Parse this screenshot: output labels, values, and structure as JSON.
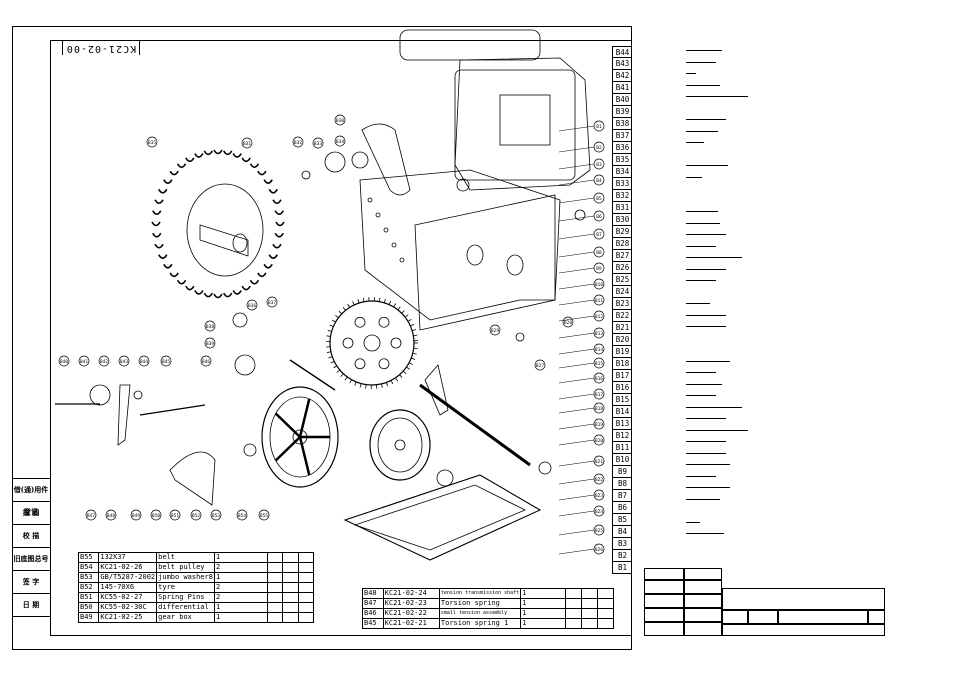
{
  "drawing_code": "KC21-02-00",
  "side_labels": [
    "借(通)用件登记",
    "描 图",
    "校 描",
    "旧底图总号",
    "签 字",
    "日 期"
  ],
  "column_ids": [
    "B44",
    "B43",
    "B42",
    "B41",
    "B40",
    "B39",
    "B38",
    "B37",
    "B36",
    "B35",
    "B34",
    "B33",
    "B32",
    "B31",
    "B30",
    "B29",
    "B28",
    "B27",
    "B26",
    "B25",
    "B24",
    "B23",
    "B22",
    "B21",
    "B20",
    "B19",
    "B18",
    "B17",
    "B16",
    "B15",
    "B14",
    "B13",
    "B12",
    "B11",
    "B10",
    "B9",
    "B8",
    "B7",
    "B6",
    "B5",
    "B4",
    "B3",
    "B2",
    "B1"
  ],
  "bom_left": [
    {
      "id": "B55",
      "code": "132X37",
      "name": "belt",
      "qty": "1"
    },
    {
      "id": "B54",
      "code": "KC21-02-26",
      "name": "belt pulley",
      "qty": "2"
    },
    {
      "id": "B53",
      "code": "GB/T5287-2002",
      "name": "jumbo washer8",
      "qty": "1"
    },
    {
      "id": "B52",
      "code": "145-70X6",
      "name": "tyre",
      "qty": "2"
    },
    {
      "id": "B51",
      "code": "KC55-02-27",
      "name": "Spring Pins",
      "qty": "2"
    },
    {
      "id": "B50",
      "code": "KC55-02-30C",
      "name": "differential",
      "qty": "1"
    },
    {
      "id": "B49",
      "code": "KC21-02-25",
      "name": "gear box",
      "qty": "1"
    }
  ],
  "bom_right": [
    {
      "id": "B48",
      "code": "KC21-02-24",
      "name": "tension transmission shaft",
      "qty": "1"
    },
    {
      "id": "B47",
      "code": "KC21-02-23",
      "name": "Torsion spring",
      "qty": "1"
    },
    {
      "id": "B46",
      "code": "KC21-02-22",
      "name": "small tension assembly",
      "qty": "1"
    },
    {
      "id": "B45",
      "code": "KC21-02-21",
      "name": "Torsion spring 1",
      "qty": "1"
    }
  ],
  "balloons": [
    "B1",
    "B2",
    "B3",
    "B4",
    "B5",
    "B6",
    "B7",
    "B8",
    "B9",
    "B10",
    "B11",
    "B12",
    "B13",
    "B14",
    "B15",
    "B16",
    "B17",
    "B18",
    "B19",
    "B20",
    "B21",
    "B22",
    "B23",
    "B24",
    "B25",
    "B26",
    "B27",
    "B28",
    "B29",
    "B30",
    "B31",
    "B32",
    "B33",
    "B34",
    "B35",
    "B36",
    "B37",
    "B38",
    "B39",
    "B40",
    "B41",
    "B42",
    "B43",
    "B44",
    "B45",
    "B46",
    "B47",
    "B48",
    "B49",
    "B50",
    "B51",
    "B52",
    "B53",
    "B54",
    "B55"
  ]
}
